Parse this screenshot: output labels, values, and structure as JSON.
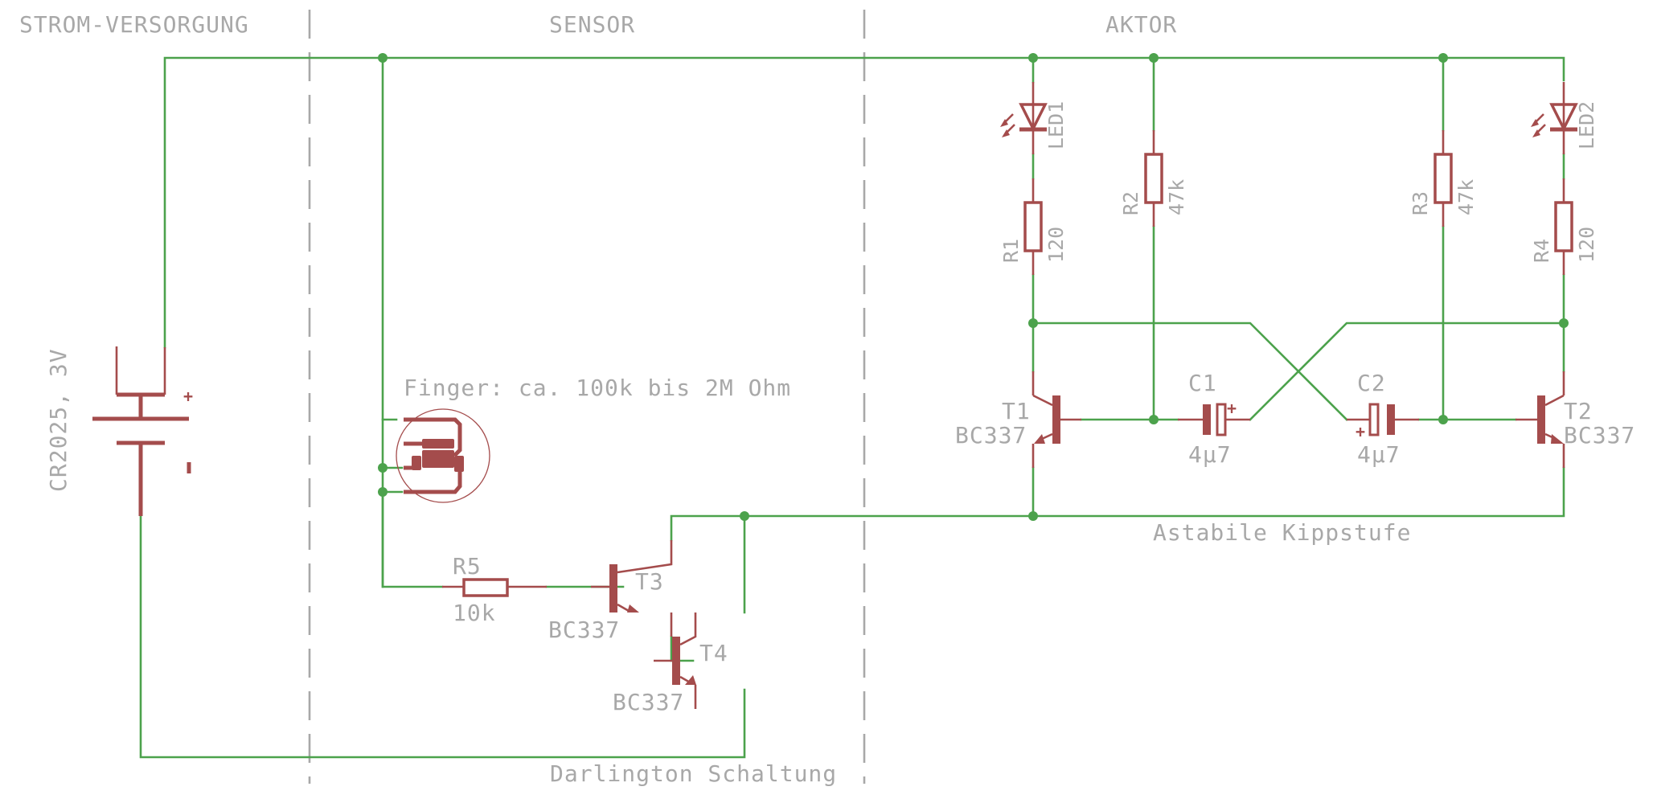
{
  "diagram": {
    "type": "electronic-schematic",
    "sections": [
      {
        "id": "power",
        "label": "STROM-VERSORGUNG"
      },
      {
        "id": "sensor",
        "label": "SENSOR"
      },
      {
        "id": "actor",
        "label": "AKTOR"
      }
    ],
    "annotations": {
      "finger": "Finger: ca. 100k bis 2M Ohm",
      "darlington": "Darlington Schaltung",
      "astable": "Astabile Kippstufe"
    },
    "battery": {
      "name": "CR2025, 3V",
      "plus": "+",
      "minus": "-"
    },
    "components": {
      "R1": {
        "name": "R1",
        "value": "120"
      },
      "R2": {
        "name": "R2",
        "value": "47k"
      },
      "R3": {
        "name": "R3",
        "value": "47k"
      },
      "R4": {
        "name": "R4",
        "value": "120"
      },
      "R5": {
        "name": "R5",
        "value": "10k"
      },
      "LED1": {
        "name": "LED1"
      },
      "LED2": {
        "name": "LED2"
      },
      "C1": {
        "name": "C1",
        "value": "4µ7",
        "plus": "+"
      },
      "C2": {
        "name": "C2",
        "value": "4µ7",
        "plus": "+"
      },
      "T1": {
        "name": "T1",
        "value": "BC337"
      },
      "T2": {
        "name": "T2",
        "value": "BC337"
      },
      "T3": {
        "name": "T3",
        "value": "BC337"
      },
      "T4": {
        "name": "T4",
        "value": "BC337"
      }
    },
    "colors": {
      "wire": "#4ca24c",
      "symbol": "#a44c4c",
      "text": "#a8a8a8",
      "background": "#ffffff"
    }
  }
}
